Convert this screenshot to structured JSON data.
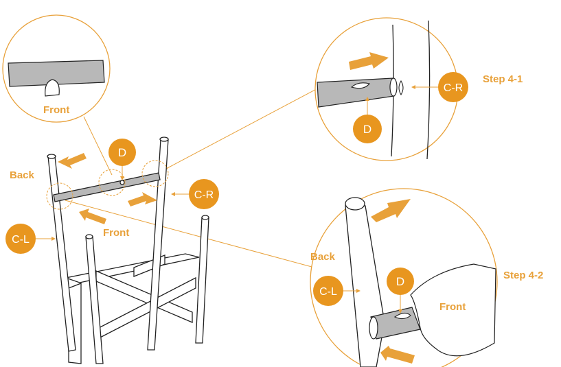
{
  "colors": {
    "accent": "#E8A13A",
    "badge": "#E8961F",
    "line": "#222222",
    "tube": "#B8B8B8",
    "guide": "#E8A13A"
  },
  "labels": {
    "back_main": "Back",
    "front_main": "Front",
    "front_inset": "Front",
    "step_4_1": "Step 4-1",
    "step_4_2": "Step 4-2",
    "back_detail": "Back",
    "front_detail": "Front"
  },
  "badges": {
    "d_main": "D",
    "cr_main": "C-R",
    "cl_main": "C-L",
    "d_detail1": "D",
    "cr_detail1": "C-R",
    "cl_detail2": "C-L",
    "d_detail2": "D"
  }
}
